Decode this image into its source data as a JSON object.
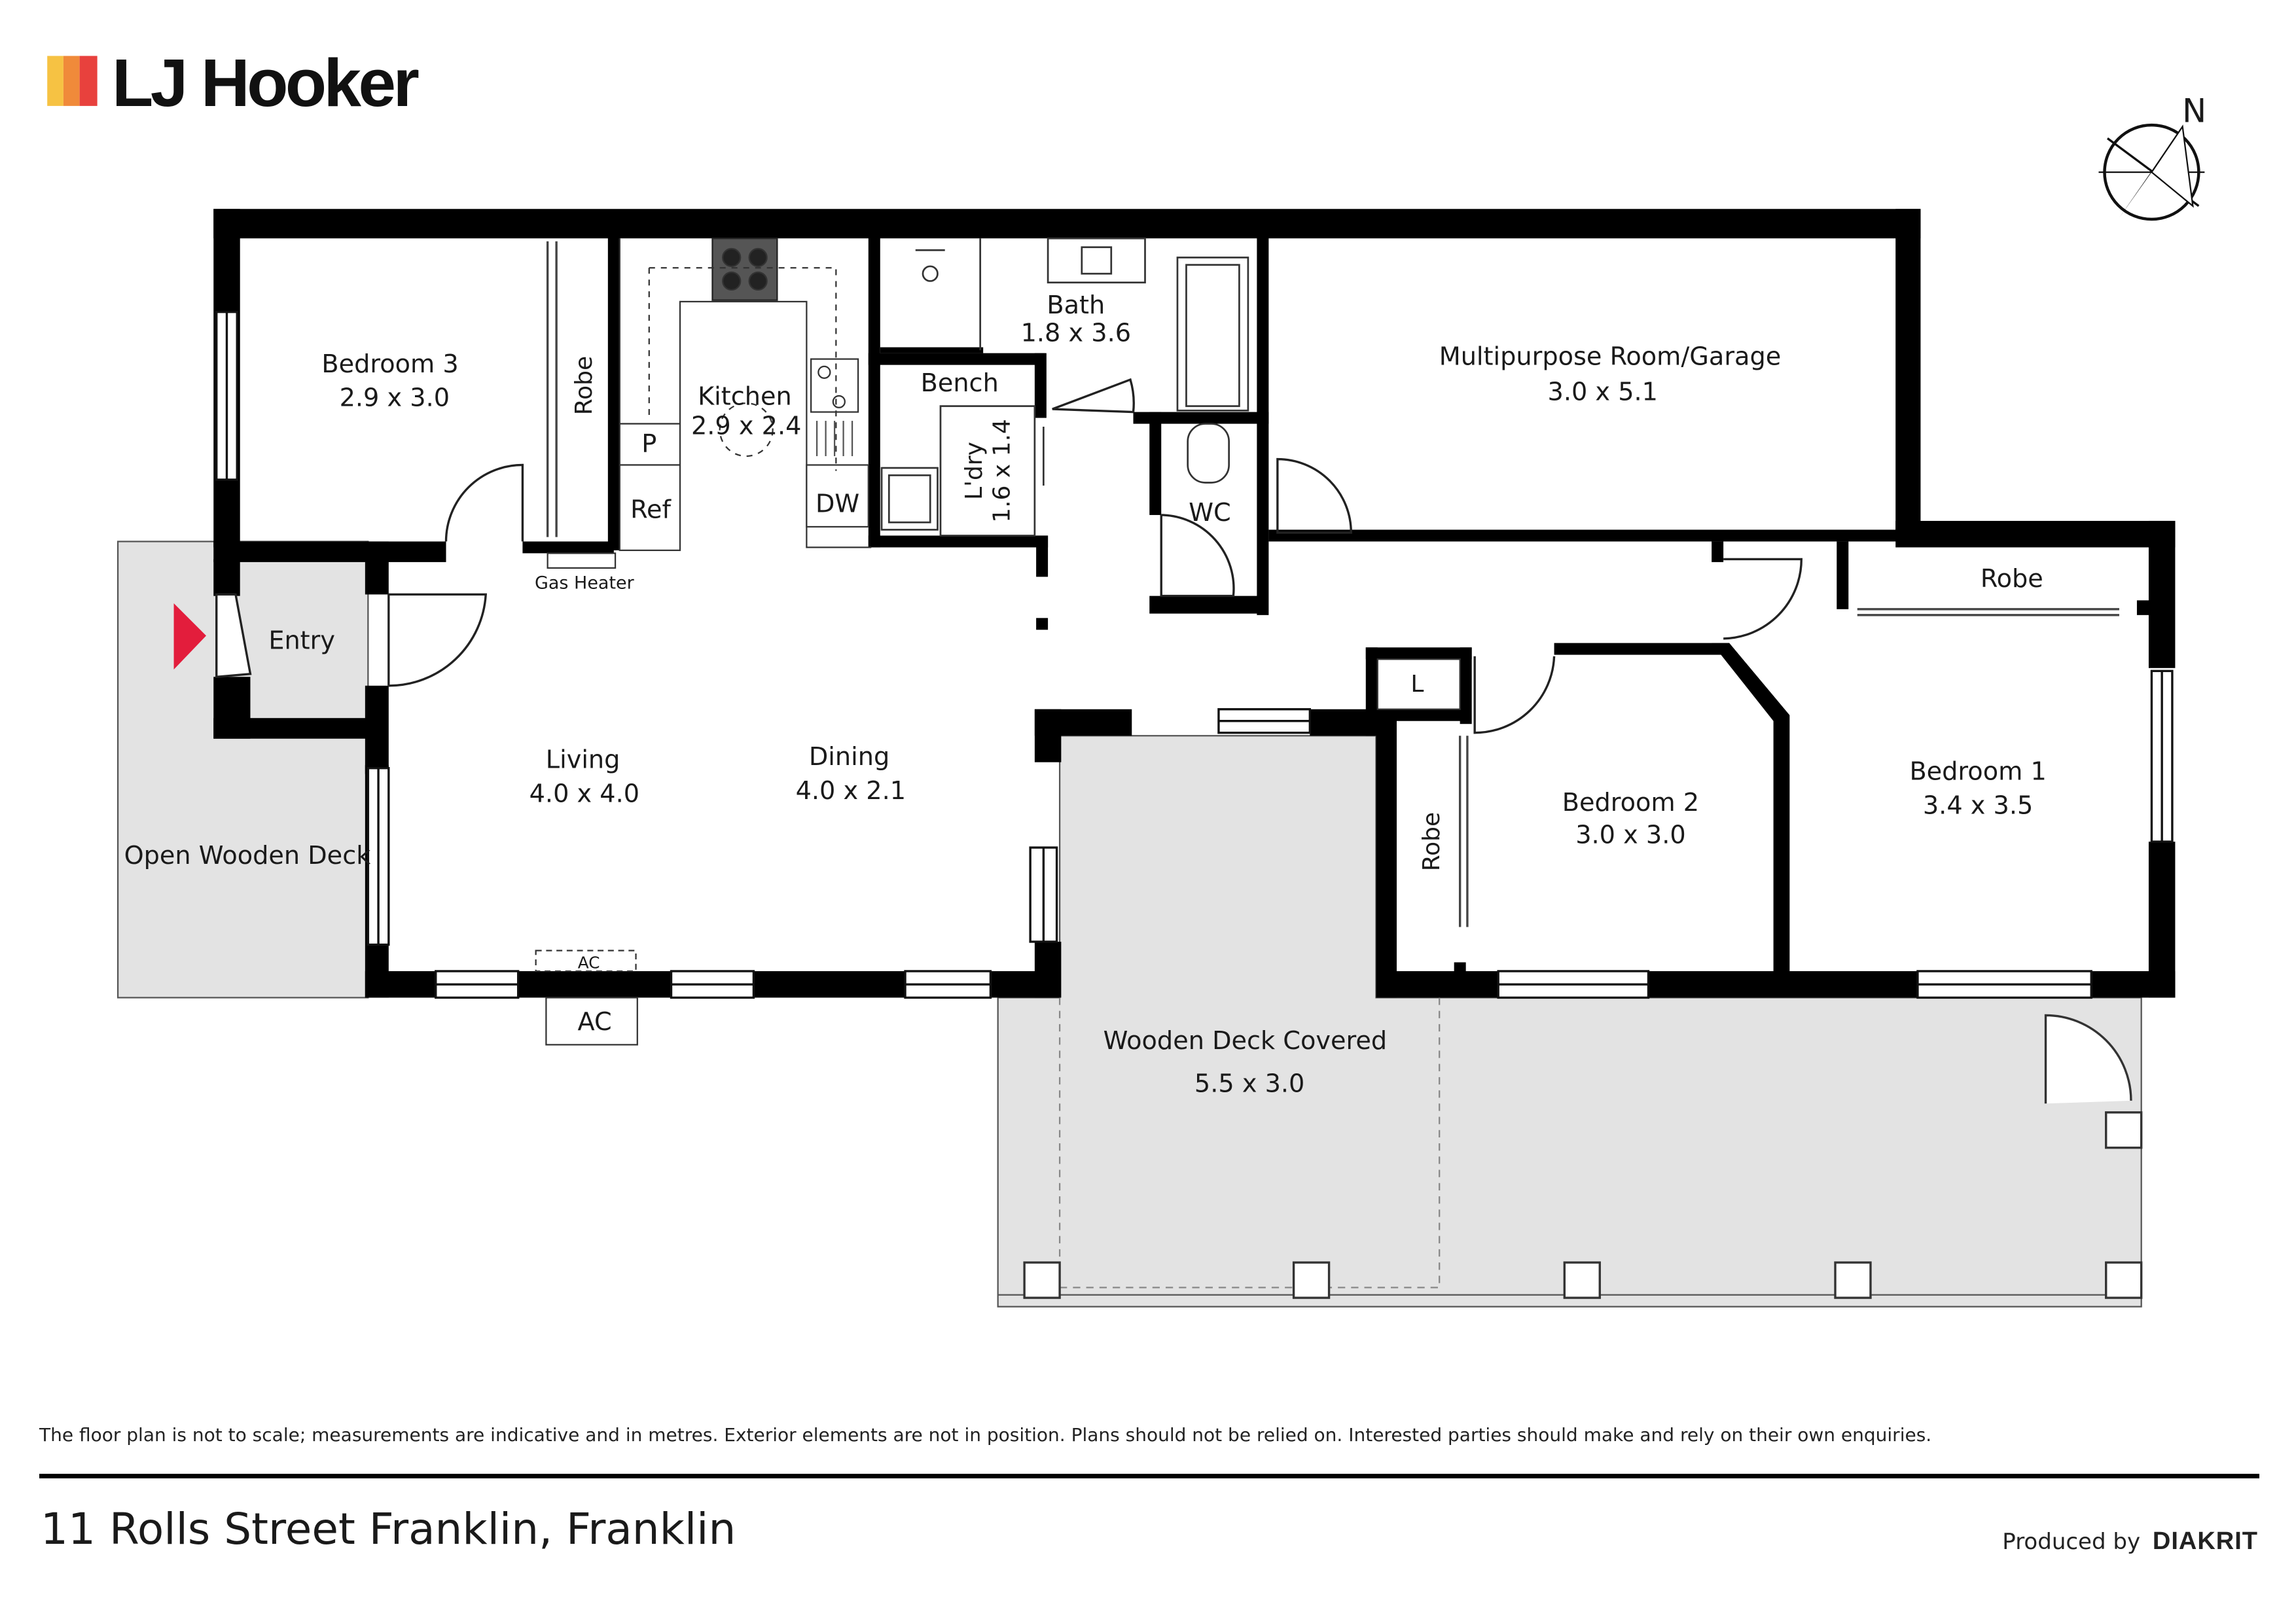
{
  "brand": {
    "name": "LJ Hooker",
    "colors": [
      "#f6c243",
      "#f08a3a",
      "#e8413d"
    ]
  },
  "compass": {
    "label": "N"
  },
  "floor_plan": {
    "rooms": [
      {
        "key": "bedroom3",
        "name": "Bedroom 3",
        "dims": "2.9 x 3.0"
      },
      {
        "key": "kitchen",
        "name": "Kitchen",
        "dims": "2.9 x 2.4"
      },
      {
        "key": "bath",
        "name": "Bath",
        "dims": "1.8 x 3.6"
      },
      {
        "key": "garage",
        "name": "Multipurpose Room/Garage",
        "dims": "3.0 x 5.1"
      },
      {
        "key": "living",
        "name": "Living",
        "dims": "4.0 x 4.0"
      },
      {
        "key": "dining",
        "name": "Dining",
        "dims": "4.0 x 2.1"
      },
      {
        "key": "bedroom2",
        "name": "Bedroom 2",
        "dims": "3.0 x 3.0"
      },
      {
        "key": "bedroom1",
        "name": "Bedroom 1",
        "dims": "3.4 x 3.5"
      },
      {
        "key": "deck_covered",
        "name": "Wooden Deck Covered",
        "dims": "5.5 x 3.0"
      },
      {
        "key": "laundry",
        "name": "L'dry",
        "dims": "1.6 x 1.4"
      }
    ],
    "labels": {
      "entry": "Entry",
      "open_deck": "Open Wooden Deck",
      "robe": "Robe",
      "bench": "Bench",
      "wc": "WC",
      "pantry": "P",
      "ref": "Ref",
      "dw": "DW",
      "linen": "L",
      "gas_heater": "Gas Heater",
      "ac": "AC"
    },
    "colors": {
      "wall": "#000000",
      "deck": "#e3e3e3",
      "entry_marker": "#e31d3c"
    }
  },
  "footer": {
    "disclaimer": "The floor plan is not to scale; measurements are indicative and in metres. Exterior elements are not in position. Plans should not be relied on. Interested parties should make and rely on their own enquiries.",
    "address": "11 Rolls Street Franklin, Franklin",
    "produced_by": "Produced by",
    "producer": "DIAKRIT"
  }
}
